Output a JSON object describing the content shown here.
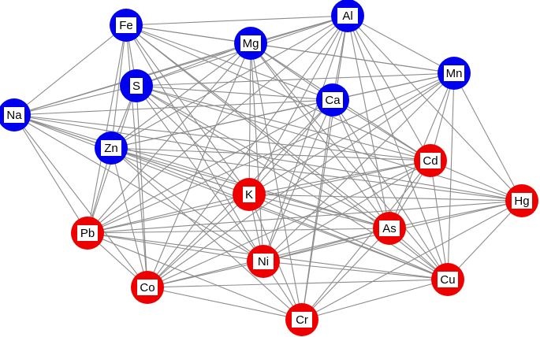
{
  "colors": {
    "group_blue": "#0000ee",
    "group_red": "#ee0000",
    "edge": "#8c8c8c",
    "label_box": "#ffffff"
  },
  "nodes": [
    {
      "id": "Fe",
      "label": "Fe",
      "group": "blue"
    },
    {
      "id": "Al",
      "label": "Al",
      "group": "blue"
    },
    {
      "id": "Mg",
      "label": "Mg",
      "group": "blue"
    },
    {
      "id": "Mn",
      "label": "Mn",
      "group": "blue"
    },
    {
      "id": "S",
      "label": "S",
      "group": "blue"
    },
    {
      "id": "Ca",
      "label": "Ca",
      "group": "blue"
    },
    {
      "id": "Na",
      "label": "Na",
      "group": "blue"
    },
    {
      "id": "Zn",
      "label": "Zn",
      "group": "blue"
    },
    {
      "id": "Cd",
      "label": "Cd",
      "group": "red"
    },
    {
      "id": "K",
      "label": "K",
      "group": "red"
    },
    {
      "id": "Hg",
      "label": "Hg",
      "group": "red"
    },
    {
      "id": "Pb",
      "label": "Pb",
      "group": "red"
    },
    {
      "id": "As",
      "label": "As",
      "group": "red"
    },
    {
      "id": "Ni",
      "label": "Ni",
      "group": "red"
    },
    {
      "id": "Co",
      "label": "Co",
      "group": "red"
    },
    {
      "id": "Cu",
      "label": "Cu",
      "group": "red"
    },
    {
      "id": "Cr",
      "label": "Cr",
      "group": "red"
    }
  ],
  "edges": [
    [
      "Fe",
      "Al"
    ],
    [
      "Fe",
      "Mg"
    ],
    [
      "Fe",
      "S"
    ],
    [
      "Fe",
      "Ca"
    ],
    [
      "Fe",
      "Na"
    ],
    [
      "Fe",
      "Zn"
    ],
    [
      "Fe",
      "Cd"
    ],
    [
      "Fe",
      "K"
    ],
    [
      "Fe",
      "Pb"
    ],
    [
      "Fe",
      "As"
    ],
    [
      "Fe",
      "Ni"
    ],
    [
      "Fe",
      "Co"
    ],
    [
      "Fe",
      "Cu"
    ],
    [
      "Fe",
      "Mn"
    ],
    [
      "Al",
      "Mg"
    ],
    [
      "Al",
      "Mn"
    ],
    [
      "Al",
      "S"
    ],
    [
      "Al",
      "Ca"
    ],
    [
      "Al",
      "Na"
    ],
    [
      "Al",
      "Zn"
    ],
    [
      "Al",
      "Cd"
    ],
    [
      "Al",
      "K"
    ],
    [
      "Al",
      "Hg"
    ],
    [
      "Al",
      "Pb"
    ],
    [
      "Al",
      "As"
    ],
    [
      "Al",
      "Ni"
    ],
    [
      "Al",
      "Co"
    ],
    [
      "Al",
      "Cu"
    ],
    [
      "Al",
      "Cr"
    ],
    [
      "Mg",
      "Mn"
    ],
    [
      "Mg",
      "S"
    ],
    [
      "Mg",
      "Ca"
    ],
    [
      "Mg",
      "Na"
    ],
    [
      "Mg",
      "Zn"
    ],
    [
      "Mg",
      "Cd"
    ],
    [
      "Mg",
      "K"
    ],
    [
      "Mg",
      "Pb"
    ],
    [
      "Mg",
      "As"
    ],
    [
      "Mg",
      "Ni"
    ],
    [
      "Mg",
      "Co"
    ],
    [
      "Mg",
      "Cu"
    ],
    [
      "Mg",
      "Cr"
    ],
    [
      "Mn",
      "S"
    ],
    [
      "Mn",
      "Ca"
    ],
    [
      "Mn",
      "Zn"
    ],
    [
      "Mn",
      "Cd"
    ],
    [
      "Mn",
      "K"
    ],
    [
      "Mn",
      "Hg"
    ],
    [
      "Mn",
      "Pb"
    ],
    [
      "Mn",
      "As"
    ],
    [
      "Mn",
      "Ni"
    ],
    [
      "Mn",
      "Cu"
    ],
    [
      "Mn",
      "Co"
    ],
    [
      "S",
      "Ca"
    ],
    [
      "S",
      "Na"
    ],
    [
      "S",
      "Zn"
    ],
    [
      "S",
      "Cd"
    ],
    [
      "S",
      "K"
    ],
    [
      "S",
      "Pb"
    ],
    [
      "S",
      "As"
    ],
    [
      "S",
      "Ni"
    ],
    [
      "S",
      "Co"
    ],
    [
      "S",
      "Cu"
    ],
    [
      "S",
      "Hg"
    ],
    [
      "Ca",
      "Na"
    ],
    [
      "Ca",
      "Zn"
    ],
    [
      "Ca",
      "K"
    ],
    [
      "Ca",
      "Pb"
    ],
    [
      "Ca",
      "As"
    ],
    [
      "Ca",
      "Ni"
    ],
    [
      "Ca",
      "Co"
    ],
    [
      "Ca",
      "Cu"
    ],
    [
      "Ca",
      "Cr"
    ],
    [
      "Ca",
      "Cd"
    ],
    [
      "Na",
      "Zn"
    ],
    [
      "Na",
      "Cd"
    ],
    [
      "Na",
      "K"
    ],
    [
      "Na",
      "Pb"
    ],
    [
      "Na",
      "As"
    ],
    [
      "Na",
      "Ni"
    ],
    [
      "Na",
      "Co"
    ],
    [
      "Na",
      "Hg"
    ],
    [
      "Na",
      "Cu"
    ],
    [
      "Zn",
      "Cd"
    ],
    [
      "Zn",
      "K"
    ],
    [
      "Zn",
      "Hg"
    ],
    [
      "Zn",
      "Pb"
    ],
    [
      "Zn",
      "As"
    ],
    [
      "Zn",
      "Ni"
    ],
    [
      "Zn",
      "Co"
    ],
    [
      "Zn",
      "Cu"
    ],
    [
      "Zn",
      "Cr"
    ],
    [
      "Cd",
      "K"
    ],
    [
      "Cd",
      "Hg"
    ],
    [
      "Cd",
      "Pb"
    ],
    [
      "Cd",
      "As"
    ],
    [
      "Cd",
      "Ni"
    ],
    [
      "Cd",
      "Co"
    ],
    [
      "Cd",
      "Cu"
    ],
    [
      "Cd",
      "Cr"
    ],
    [
      "K",
      "Pb"
    ],
    [
      "K",
      "As"
    ],
    [
      "K",
      "Ni"
    ],
    [
      "K",
      "Co"
    ],
    [
      "K",
      "Cu"
    ],
    [
      "K",
      "Cr"
    ],
    [
      "K",
      "Hg"
    ],
    [
      "Hg",
      "Pb"
    ],
    [
      "Hg",
      "As"
    ],
    [
      "Hg",
      "Ni"
    ],
    [
      "Hg",
      "Cu"
    ],
    [
      "Hg",
      "Cr"
    ],
    [
      "Pb",
      "As"
    ],
    [
      "Pb",
      "Ni"
    ],
    [
      "Pb",
      "Co"
    ],
    [
      "Pb",
      "Cu"
    ],
    [
      "Pb",
      "Cr"
    ],
    [
      "As",
      "Ni"
    ],
    [
      "As",
      "Co"
    ],
    [
      "As",
      "Cu"
    ],
    [
      "As",
      "Cr"
    ],
    [
      "Ni",
      "Co"
    ],
    [
      "Ni",
      "Cu"
    ],
    [
      "Ni",
      "Cr"
    ],
    [
      "Co",
      "Cu"
    ],
    [
      "Co",
      "Cr"
    ],
    [
      "Cu",
      "Cr"
    ]
  ]
}
